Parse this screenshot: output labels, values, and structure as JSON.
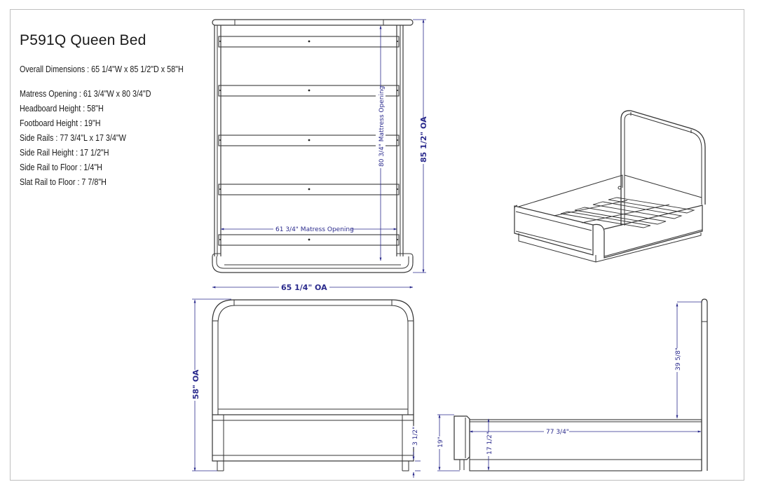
{
  "title": "P591Q Queen Bed",
  "overall": "Overall Dimensions : 65 1/4\"W  x  85 1/2\"D  x  58\"H",
  "specs": [
    "Matress Opening : 61 3/4\"W  x  80 3/4\"D",
    "Headboard Height : 58\"H",
    "Footboard Height : 19\"H",
    "Side Rails : 77 3/4\"L  x  17 3/4\"W",
    "Side Rail Height : 17 1/2\"H",
    "Side Rail to Floor : 1/4\"H",
    "Slat Rail to Floor : 7 7/8\"H"
  ],
  "dimensions": {
    "top_depth_oa": "85 1/2\" OA",
    "top_mattress_depth": "80 3/4\" Mattress Opening",
    "top_mattress_width": "61 3/4\" Matress Opening",
    "front_width_oa": "65 1/4\"  OA",
    "front_height_oa": "58\"  OA",
    "front_footboard_gap": "3 1/2\"",
    "side_headboard_panel": "39 5/8\"",
    "side_rail_length": "77 3/4\"",
    "side_rail_height": "17 1/2\"",
    "side_footboard_height": "19\""
  },
  "colors": {
    "dimension": "#2a2a8c",
    "line": "#3a3a3a",
    "border": "#bfbfbf"
  },
  "views": [
    "top-view",
    "isometric-view",
    "front-view",
    "side-view"
  ]
}
